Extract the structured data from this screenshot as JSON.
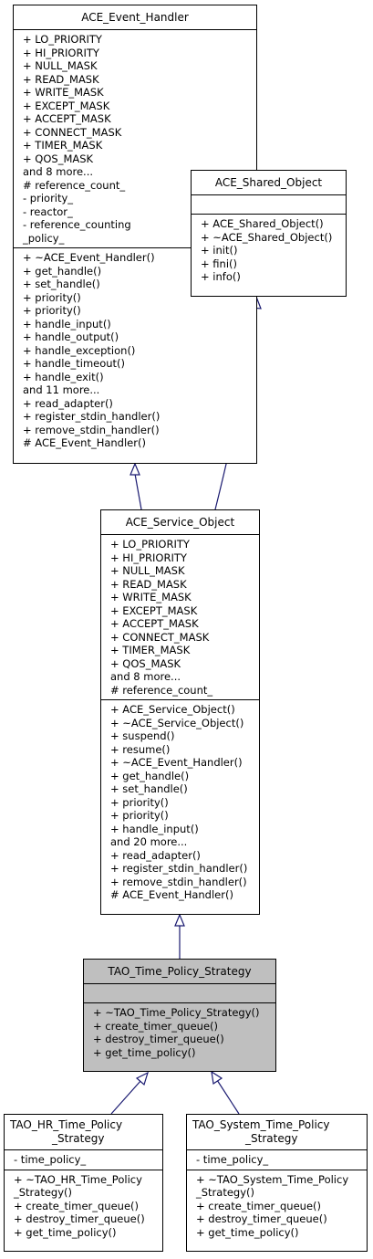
{
  "classes": {
    "event_handler": {
      "name": "ACE_Event_Handler",
      "attributes": [
        "+ LO_PRIORITY",
        "+ HI_PRIORITY",
        "+ NULL_MASK",
        "+ READ_MASK",
        "+ WRITE_MASK",
        "+ EXCEPT_MASK",
        "+ ACCEPT_MASK",
        "+ CONNECT_MASK",
        "+ TIMER_MASK",
        "+ QOS_MASK",
        "and 8 more...",
        "# reference_count_",
        "- priority_",
        "- reactor_",
        "- reference_counting",
        "_policy_"
      ],
      "operations": [
        "+ ~ACE_Event_Handler()",
        "+ get_handle()",
        "+ set_handle()",
        "+ priority()",
        "+ priority()",
        "+ handle_input()",
        "+ handle_output()",
        "+ handle_exception()",
        "+ handle_timeout()",
        "+ handle_exit()",
        "and 11 more...",
        "+ read_adapter()",
        "+ register_stdin_handler()",
        "+ remove_stdin_handler()",
        "# ACE_Event_Handler()"
      ]
    },
    "shared_object": {
      "name": "ACE_Shared_Object",
      "attributes": [],
      "operations": [
        "+ ACE_Shared_Object()",
        "+ ~ACE_Shared_Object()",
        "+ init()",
        "+ fini()",
        "+ info()"
      ]
    },
    "service_object": {
      "name": "ACE_Service_Object",
      "attributes": [
        "+ LO_PRIORITY",
        "+ HI_PRIORITY",
        "+ NULL_MASK",
        "+ READ_MASK",
        "+ WRITE_MASK",
        "+ EXCEPT_MASK",
        "+ ACCEPT_MASK",
        "+ CONNECT_MASK",
        "+ TIMER_MASK",
        "+ QOS_MASK",
        "and 8 more...",
        "# reference_count_"
      ],
      "operations": [
        "+ ACE_Service_Object()",
        "+ ~ACE_Service_Object()",
        "+ suspend()",
        "+ resume()",
        "+ ~ACE_Event_Handler()",
        "+ get_handle()",
        "+ set_handle()",
        "+ priority()",
        "+ priority()",
        "+ handle_input()",
        "and 20 more...",
        "+ read_adapter()",
        "+ register_stdin_handler()",
        "+ remove_stdin_handler()",
        "# ACE_Event_Handler()"
      ]
    },
    "time_policy_strategy": {
      "name": "TAO_Time_Policy_Strategy",
      "attributes": [],
      "operations": [
        "+ ~TAO_Time_Policy_Strategy()",
        "+ create_timer_queue()",
        "+ destroy_timer_queue()",
        "+ get_time_policy()"
      ]
    },
    "hr_time_policy": {
      "name_lines": [
        "TAO_HR_Time_Policy",
        "_Strategy"
      ],
      "attributes": [
        "- time_policy_"
      ],
      "operations": [
        "+ ~TAO_HR_Time_Policy",
        "_Strategy()",
        "+ create_timer_queue()",
        "+ destroy_timer_queue()",
        "+ get_time_policy()"
      ]
    },
    "system_time_policy": {
      "name_lines": [
        "TAO_System_Time_Policy",
        "_Strategy"
      ],
      "attributes": [
        "- time_policy_"
      ],
      "operations": [
        "+ ~TAO_System_Time_Policy",
        "_Strategy()",
        "+ create_timer_queue()",
        "+ destroy_timer_queue()",
        "+ get_time_policy()"
      ]
    }
  },
  "colors": {
    "highlight_fill": "#bfbfbf",
    "edge": "#191970",
    "border": "#000000"
  }
}
